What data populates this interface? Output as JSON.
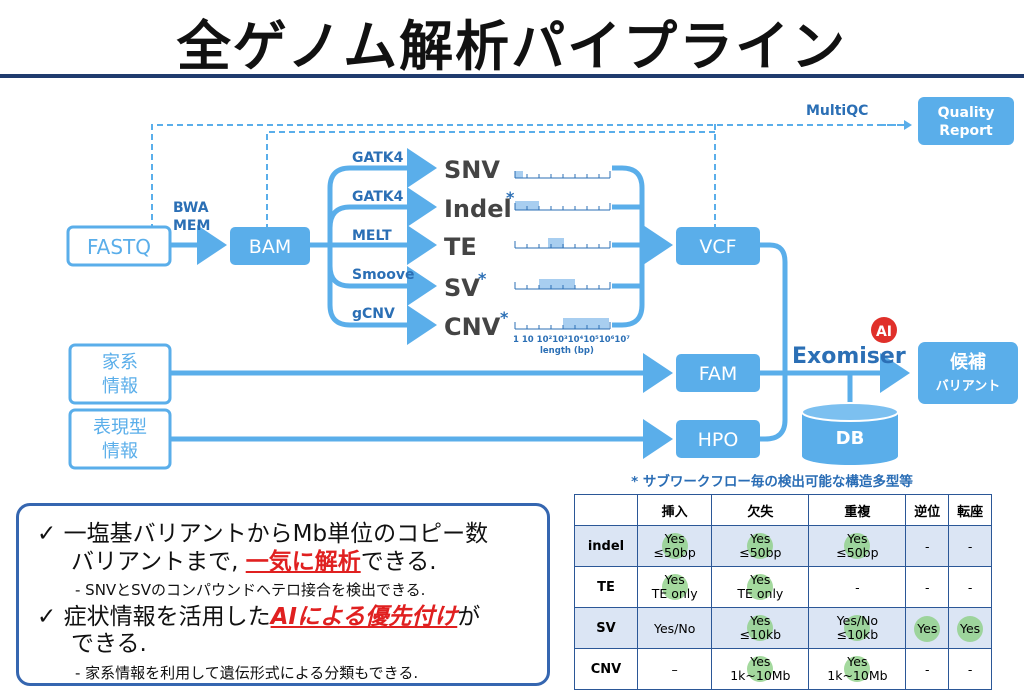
{
  "title": "全ゲノム解析パイプライン",
  "nodes": {
    "fastq": "FASTQ",
    "bam": "BAM",
    "vcf": "VCF",
    "fam": "FAM",
    "hpo": "HPO",
    "db": "DB",
    "family_info_1": "家系",
    "family_info_2": "情報",
    "phenotype_1": "表現型",
    "phenotype_2": "情報",
    "quality_report_1": "Quality",
    "quality_report_2": "Report",
    "candidate_1": "候補",
    "candidate_2": "バリアント",
    "exomiser": "Exomiser",
    "ai_badge": "AI"
  },
  "edge_labels": {
    "bwa": "BWA",
    "mem": "MEM",
    "multiqc": "MultiQC",
    "gatk4_snv": "GATK4",
    "gatk4_indel": "GATK4",
    "melt": "MELT",
    "smoove": "Smoove",
    "gcnv": "gCNV"
  },
  "variant_types": {
    "snv": "SNV",
    "indel": "Indel",
    "te": "TE",
    "sv": "SV",
    "cnv": "CNV",
    "star": "*"
  },
  "length_axis": {
    "ticks": "1 10 10²10³10⁴10⁵10⁶10⁷",
    "label": "length (bp)"
  },
  "table": {
    "note": "* サブワークフロー毎の検出可能な構造多型等",
    "headers": [
      "",
      "挿入",
      "欠失",
      "重複",
      "逆位",
      "転座"
    ],
    "rows": [
      {
        "name": "indel",
        "cells": [
          "Yes\n≤50bp",
          "Yes\n≤50bp",
          "Yes\n≤50bp",
          "-",
          "-"
        ],
        "dots": [
          true,
          true,
          true,
          false,
          false
        ],
        "shade": true
      },
      {
        "name": "TE",
        "cells": [
          "Yes\nTE only",
          "Yes\nTE only",
          "-",
          "-",
          "-"
        ],
        "dots": [
          true,
          true,
          false,
          false,
          false
        ],
        "shade": false
      },
      {
        "name": "SV",
        "cells": [
          "Yes/No",
          "Yes\n≤10kb",
          "Yes/No\n≤10kb",
          "Yes",
          "Yes"
        ],
        "dots": [
          false,
          true,
          true,
          true,
          true
        ],
        "shade": true
      },
      {
        "name": "CNV",
        "cells": [
          "–",
          "Yes\n1k~10Mb",
          "Yes\n1k~10Mb",
          "-",
          "-"
        ],
        "dots": [
          false,
          true,
          true,
          false,
          false
        ],
        "shade": false
      }
    ]
  },
  "bullets": {
    "b1_line1": "✓ 一塩基バリアントからMb単位のコピー数",
    "b1_line2_pre": "バリアントまで, ",
    "b1_line2_red": "一気に解析",
    "b1_line2_post": "できる.",
    "b1_sub": "- SNVとSVのコンパウンドヘテロ接合を検出できる.",
    "b2_line1_pre": "✓ 症状情報を活用した",
    "b2_line1_red": "AIによる優先付け",
    "b2_line1_post": "が",
    "b2_line2": "できる.",
    "b2_sub": "- 家系情報を利用して遺伝形式による分類もできる."
  },
  "colors": {
    "flow": "#5aaeea",
    "node_fill": "#5aaeea",
    "navy": "#1f3b6e",
    "exomiser": "#2b6fb5",
    "ai_red": "#e0302a",
    "dashed": "#5aaeea"
  }
}
